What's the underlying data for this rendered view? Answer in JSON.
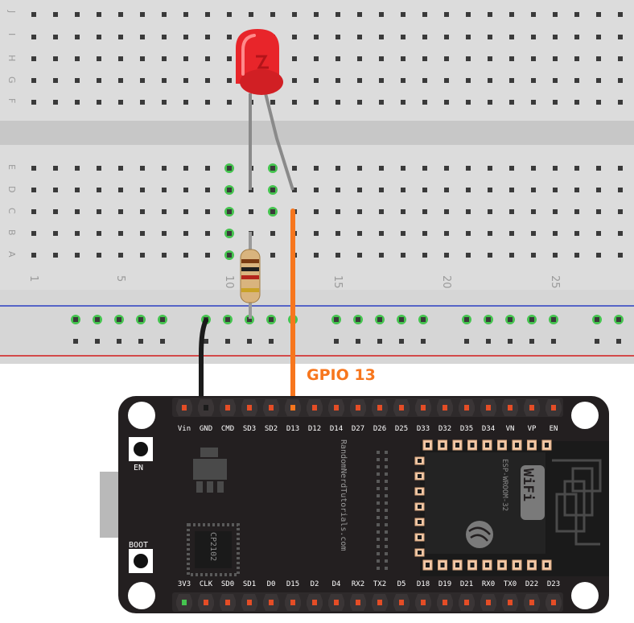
{
  "breadboard": {
    "row_letters_top": [
      "J",
      "I",
      "H",
      "G",
      "F"
    ],
    "row_letters_bottom": [
      "E",
      "D",
      "C",
      "B",
      "A"
    ],
    "column_numbers": [
      "1",
      "5",
      "10",
      "15",
      "20",
      "25"
    ]
  },
  "annotation": {
    "gpio_label": "GPIO 13"
  },
  "board": {
    "top_pins": [
      "Vin",
      "GND",
      "CMD",
      "SD3",
      "SD2",
      "D13",
      "D12",
      "D14",
      "D27",
      "D26",
      "D25",
      "D33",
      "D32",
      "D35",
      "D34",
      "VN",
      "VP",
      "EN"
    ],
    "bottom_pins": [
      "3V3",
      "CLK",
      "SD0",
      "SD1",
      "D0",
      "D15",
      "D2",
      "D4",
      "RX2",
      "TX2",
      "D5",
      "D18",
      "D19",
      "D21",
      "RX0",
      "TX0",
      "D22",
      "D23"
    ],
    "button_en": "EN",
    "button_boot": "BOOT",
    "chip_label": "CP2102",
    "module_label": "ESP-WROOM-32",
    "wifi_label": "WiFi",
    "watermark": "RandomNerdTutorials.com"
  },
  "colors": {
    "breadboard": "#dcdcdc",
    "board": "#231f20",
    "led": "#e8252a",
    "orange_wire": "#f7761d",
    "black_wire": "#1b1b1b",
    "gpio_text": "#f7761d",
    "rail_blue": "#2c3fc2",
    "rail_red": "#d21c1c"
  }
}
